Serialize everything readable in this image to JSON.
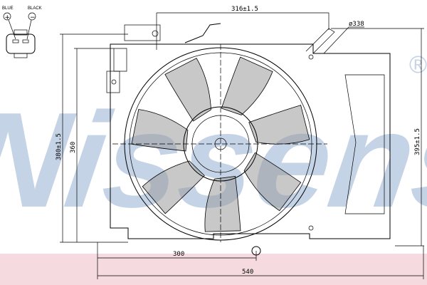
{
  "watermark": {
    "text": "Nissens",
    "trademark": "®",
    "color": "#c5d3e6"
  },
  "band_color": "#f5dbe0",
  "connector": {
    "positive_label": "BLUE",
    "negative_label": "BLACK",
    "positive_symbol": "+",
    "negative_symbol": "−"
  },
  "dimensions": {
    "top_width": "316±1.5",
    "fan_diameter": "ø338",
    "left_height_outer": "380±1.5",
    "left_height_inner": "360",
    "right_height": "395±1.5",
    "bottom_partial": "300",
    "bottom_total": "540"
  }
}
